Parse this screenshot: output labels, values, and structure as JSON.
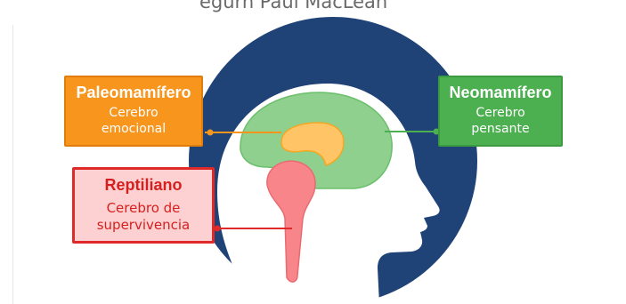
{
  "header_fragment": "egúrn Paul MacLean",
  "boxes": {
    "paleo": {
      "title": "Paleomamífero",
      "subtitle": "Cerebro emocional",
      "color": "#f7951d"
    },
    "neo": {
      "title": "Neomamífero",
      "subtitle": "Cerebro pensante",
      "color": "#4caf50"
    },
    "reptilian": {
      "title": "Reptiliano",
      "subtitle": "Cerebro de supervivencia",
      "color": "#e02a2a",
      "fill": "#fdd1d1"
    }
  },
  "colors": {
    "circle": "#1f4277",
    "head": "#ffffff",
    "neocortex": "#8fd08f",
    "limbic": "#ffc466",
    "reptilian_brain": "#f7858a"
  }
}
